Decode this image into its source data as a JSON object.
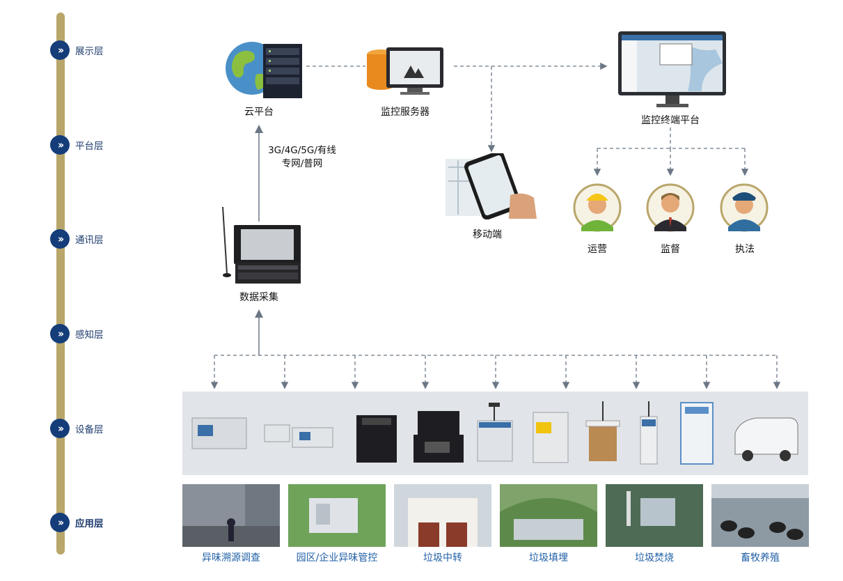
{
  "layers": [
    {
      "label": "展示层",
      "icon": "double-chevron-right-icon"
    },
    {
      "label": "平台层",
      "icon": "double-chevron-right-icon"
    },
    {
      "label": "通讯层",
      "icon": "double-chevron-right-icon"
    },
    {
      "label": "感知层",
      "icon": "double-chevron-right-icon"
    },
    {
      "label": "设备层",
      "icon": "double-chevron-right-icon"
    },
    {
      "label": "应用层",
      "icon": "double-chevron-right-icon"
    }
  ],
  "nodes": {
    "cloud_platform": "云平台",
    "monitoring_server": "监控服务器",
    "terminal_platform": "监控终端平台",
    "mobile": "移动端",
    "data_collection": "数据采集"
  },
  "network": {
    "line1": "3G/4G/5G/有线",
    "line2": "专网/普网"
  },
  "roles": [
    "运营",
    "监督",
    "执法"
  ],
  "applications": [
    "异味溯源调查",
    "园区/企业异味管控",
    "垃圾中转",
    "垃圾填埋",
    "垃圾焚烧",
    "畜牧养殖"
  ],
  "colors": {
    "rail": "#b9a66a",
    "chevron_badge": "#143d7a",
    "application_label": "#1f5fa6",
    "arrow": "#6b7785",
    "device_band": "#e1e4e8"
  }
}
